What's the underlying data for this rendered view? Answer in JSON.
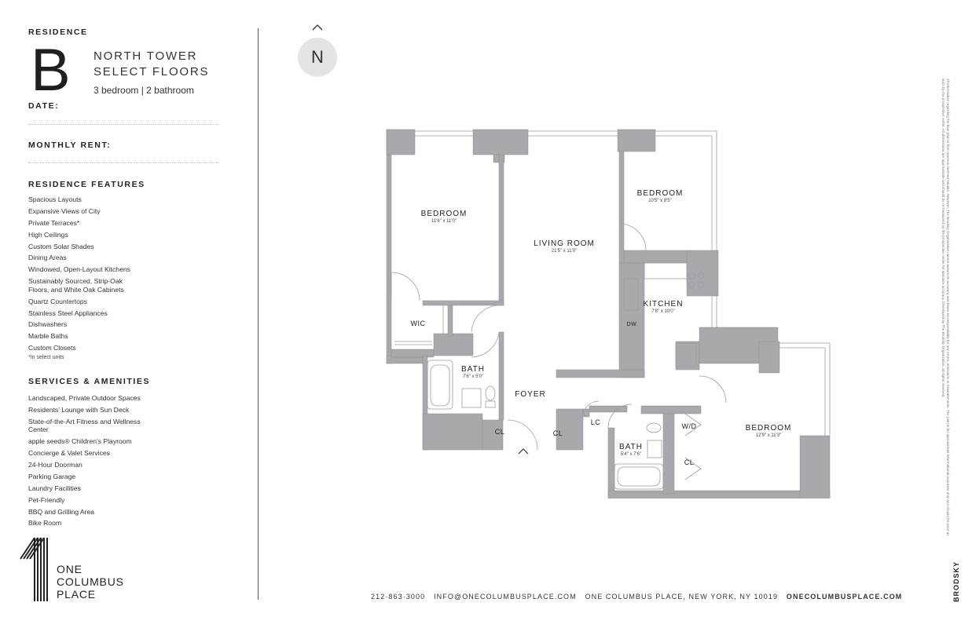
{
  "residence": {
    "label": "RESIDENCE",
    "letter": "B",
    "tower_line1": "NORTH TOWER",
    "tower_line2": "SELECT FLOORS",
    "bed_bath": "3 bedroom  |  2 bathroom",
    "date_label": "DATE:",
    "rent_label": "MONTHLY RENT:"
  },
  "features": {
    "title": "RESIDENCE FEATURES",
    "items": [
      "Spacious Layouts",
      "Expansive Views of City",
      "Private Terraces*",
      "High Ceilings",
      "Custom Solar Shades",
      "Dining Areas",
      "Windowed, Open-Layout Kitchens",
      "Sustainably Sourced, Strip-Oak Floors, and White Oak Cabinets",
      "Quartz Countertops",
      "Stainless Steel Appliances",
      "Dishwashers",
      "Marble Baths",
      "Custom Closets"
    ],
    "note": "*In select units"
  },
  "amenities": {
    "title": "SERVICES & AMENITIES",
    "items": [
      "Landscaped, Private Outdoor Spaces",
      "Residents' Lounge with Sun Deck",
      "State-of-the-Art Fitness and Wellness Center",
      "apple seeds® Children's Playroom",
      "Concierge & Valet Services",
      "24-Hour Doorman",
      "Parking Garage",
      "Laundry Facilities",
      "Pet-Friendly",
      "BBQ and Grilling Area",
      "Bike Room"
    ]
  },
  "logo": {
    "line1": "ONE",
    "line2": "COLUMBUS",
    "line3": "PLACE"
  },
  "compass": {
    "label": "N"
  },
  "plan": {
    "rooms": {
      "bedroom1": {
        "name": "BEDROOM",
        "dim": "11'6\" x 11'0\""
      },
      "living": {
        "name": "LIVING ROOM",
        "dim": "21'5\" x 11'0\""
      },
      "bedroom2": {
        "name": "BEDROOM",
        "dim": "10'5\" x 8'5\""
      },
      "kitchen": {
        "name": "KITCHEN",
        "dim": "7'8\" x 10'0\""
      },
      "bath1": {
        "name": "BATH",
        "dim": "7'6\" x 5'0\""
      },
      "bath2": {
        "name": "BATH",
        "dim": "5'4\" x 7'6\""
      },
      "bedroom3": {
        "name": "BEDROOM",
        "dim": "12'9\" x 11'3\""
      },
      "foyer": {
        "name": "FOYER"
      }
    },
    "labels": {
      "wic": "WIC",
      "dw": "DW",
      "cl1": "CL",
      "cl2": "CL",
      "cl3": "CL",
      "lc": "LC",
      "wd": "W/D"
    }
  },
  "footer": {
    "phone": "212·863·3000",
    "email": "INFO@ONECOLUMBUSPLACE.COM",
    "address": "ONE COLUMBUS PLACE, NEW YORK, NY 10019",
    "website": "ONECOLUMBUSPLACE.COM"
  },
  "disclaimer": "All information regarding the floor plan is from sources deemed reliable. However, The Brodsky Organization cannot assure its accuracy and bears no responsibility for any errors, omissions or misstatements. The plan is for approximate informational purposes only and should be used as such by the prospective renter. All dimensions are approximate and should be re-measured by the prospective renter for absolute accuracy. Developed by The Brodsky Organization, all rights reserved.",
  "brand": "BRODSKY",
  "colors": {
    "wall": "#a7a9ac",
    "compass_bg": "#e3e4e5",
    "text": "#222222"
  }
}
